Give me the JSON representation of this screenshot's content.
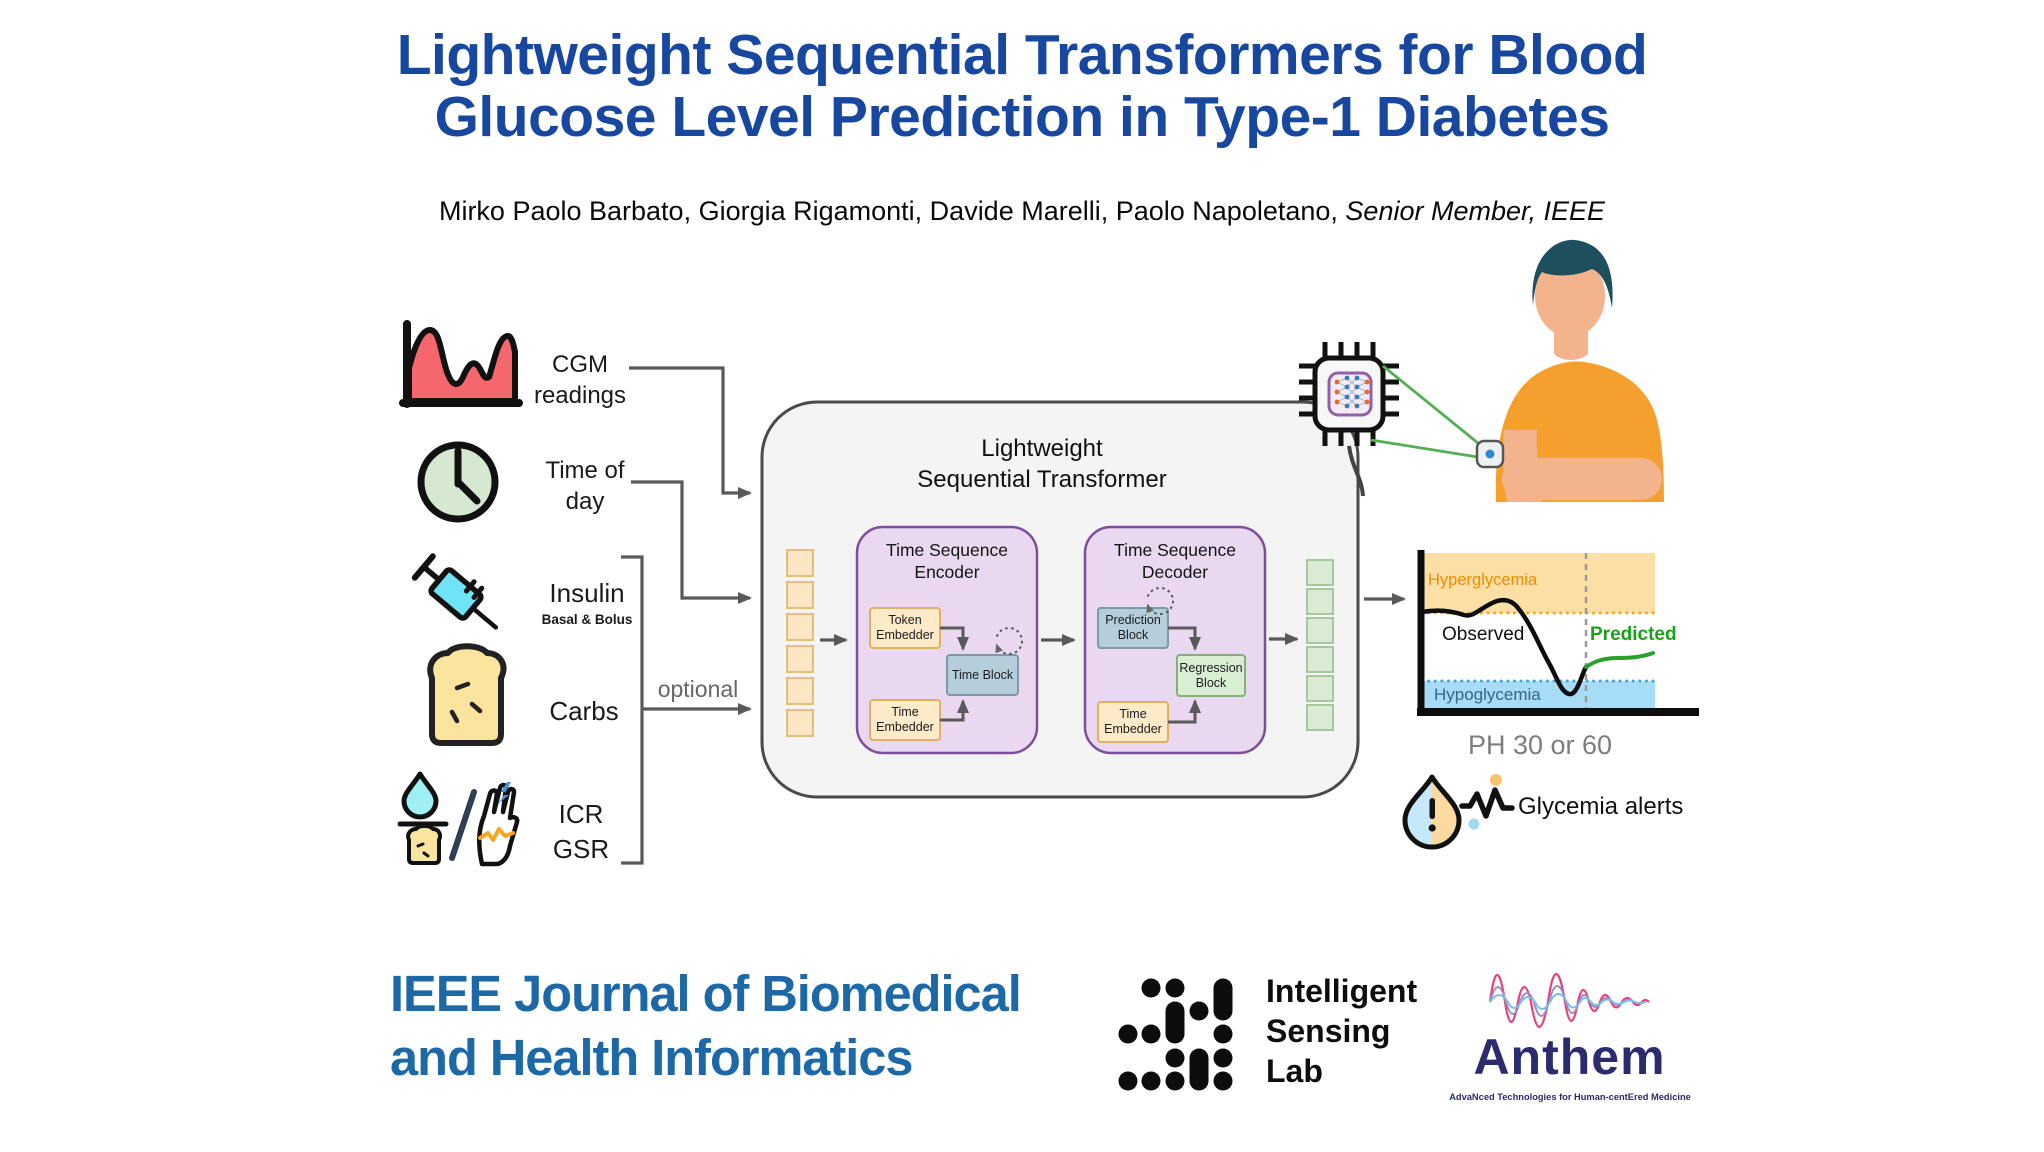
{
  "paper": {
    "title_line1": "Lightweight Sequential Transformers for Blood",
    "title_line2": "Glucose Level Prediction in Type-1 Diabetes",
    "authors": "Mirko Paolo Barbato, Giorgia Rigamonti, Davide Marelli, Paolo Napoletano,",
    "authors_membership": "Senior Member, IEEE"
  },
  "inputs": {
    "cgm_line1": "CGM",
    "cgm_line2": "readings",
    "time_line1": "Time of",
    "time_line2": "day",
    "insulin_label": "Insulin",
    "insulin_sublabel": "Basal & Bolus",
    "carbs_label": "Carbs",
    "icr_line1": "ICR",
    "icr_line2": "GSR",
    "optional_label": "optional"
  },
  "model": {
    "title_line1": "Lightweight",
    "title_line2": "Sequential Transformer",
    "encoder_title_line1": "Time Sequence",
    "encoder_title_line2": "Encoder",
    "token_embedder": "Token Embedder",
    "time_block": "Time Block",
    "encoder_time_embedder": "Time Embedder",
    "decoder_title_line1": "Time Sequence",
    "decoder_title_line2": "Decoder",
    "prediction_block": "Prediction Block",
    "regression_block": "Regression Block",
    "decoder_time_embedder": "Time Embedder"
  },
  "output": {
    "hyperglycemia_label": "Hyperglycemia",
    "observed_label": "Observed",
    "predicted_label": "Predicted",
    "hypoglycemia_label": "Hypoglycemia",
    "ph_label": "PH 30 or 60",
    "alerts_label": "Glycemia alerts"
  },
  "footer": {
    "journal_line1": "IEEE Journal of Biomedical",
    "journal_line2": "and Health Informatics",
    "isl_line1": "Intelligent",
    "isl_line2": "Sensing",
    "isl_line3": "Lab",
    "anthem_name": "Anthem",
    "anthem_tagline": "AdvaNced Technologies for Human-centEred Medicine"
  },
  "icons": {
    "cgm_chart_icon": "red area chart",
    "clock_icon": "clock",
    "syringe_icon": "syringe",
    "bread_icon": "bread slice",
    "icr_ratio_icon": "drop over bread ratio",
    "gsr_hand_icon": "hand with pulse",
    "chip_icon": "microchip with neural network",
    "person_icon": "person with CGM sensor",
    "drop_alert_icon": "glucose drop with exclamation",
    "pulse_icon": "waveform",
    "isl_dots_logo": "dot-matrix logo",
    "anthem_waves_logo": "sound waves logo"
  },
  "colors": {
    "title_blue": "#17479e",
    "journal_blue": "#1d69a8",
    "anthem_navy": "#2b2b6e",
    "hyperglycemia_orange": "#f08b00",
    "predicted_green": "#17a317",
    "hypoglycemia_blue": "#39658a",
    "cgm_red": "#f5666d",
    "clock_green": "#d6e9d0",
    "syringe_cyan": "#6ee4f6",
    "bread_yellow": "#fbe49e",
    "encoder_purple": "#e9d8ef",
    "embedder_orange": "#fdeac9",
    "block_blue": "#b5cedb",
    "block_green": "#d9efd4",
    "arrow_gray": "#595959",
    "shirt_orange": "#f5a02e",
    "hyper_band": "#fcdfa4",
    "hypo_band": "#a6dcf5"
  }
}
